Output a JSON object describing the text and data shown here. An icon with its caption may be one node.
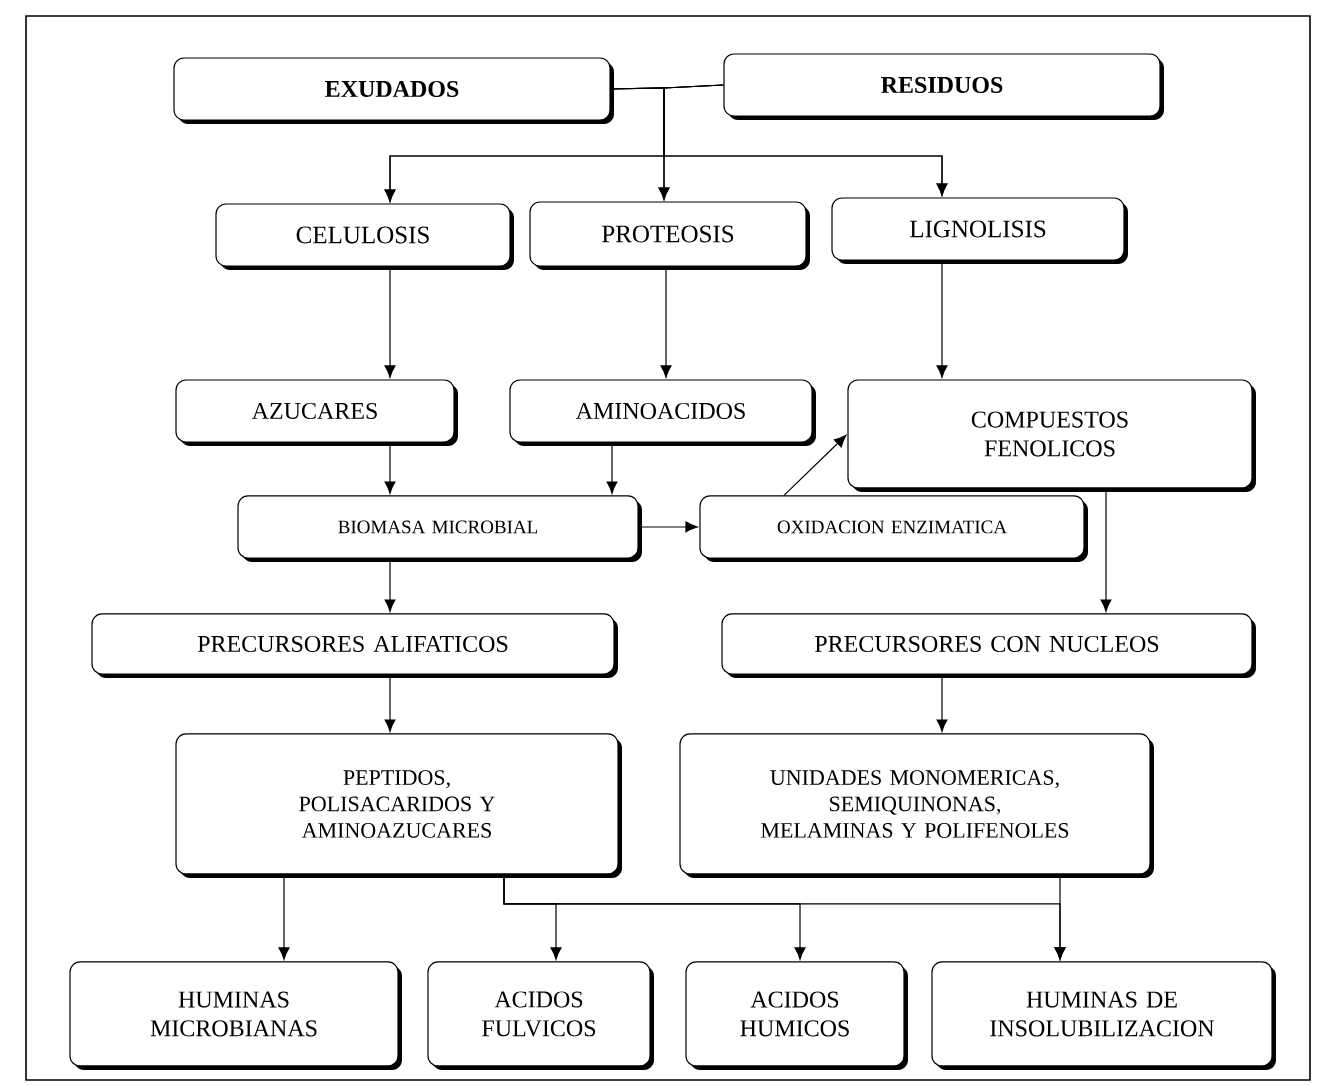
{
  "diagram": {
    "nodes": [
      {
        "text": [
          "EXUDADOS"
        ]
      },
      {
        "text": [
          "RESIDUOS"
        ]
      },
      {
        "text": [
          "CELULOSIS"
        ]
      },
      {
        "text": [
          "PROTEOSIS"
        ]
      },
      {
        "text": [
          "LIGNOLISIS"
        ]
      },
      {
        "text": [
          "AZUCARES"
        ]
      },
      {
        "text": [
          "AMINOACIDOS"
        ]
      },
      {
        "text": [
          "COMPUESTOS FENOLICOS"
        ]
      },
      {
        "text": [
          "BIOMASA MICROBIAL"
        ]
      },
      {
        "text": [
          "OXIDACION ENZIMATICA"
        ]
      },
      {
        "text": [
          "PRECURSORES ALIFATICOS"
        ]
      },
      {
        "text": [
          "PRECURSORES CON NUCLEOS"
        ]
      },
      {
        "text": [
          "PEPTIDOS, POLISACARIDOS Y AMINOAZUCARES"
        ]
      },
      {
        "text": [
          "UNIDADES MONOMERICAS, SEMIQUINONAS, MELAMINAS Y POLIFENOLES"
        ]
      },
      {
        "text": [
          "HUMINAS MICROBIANAS"
        ]
      },
      {
        "text": [
          "ACIDOS FULVICOS"
        ]
      },
      {
        "text": [
          "ACIDOS HUMICOS"
        ]
      },
      {
        "text": [
          "HUMINAS DE INSOLUBILIZACION"
        ]
      }
    ],
    "edges": [
      {
        "from": 0,
        "to": 2,
        "arrow": "to"
      },
      {
        "from": 0,
        "to": 3,
        "arrow": "to"
      },
      {
        "from": 0,
        "to": 4,
        "arrow": "to"
      },
      {
        "from": 1,
        "to": 2,
        "arrow": "to"
      },
      {
        "from": 1,
        "to": 3,
        "arrow": "to"
      },
      {
        "from": 1,
        "to": 4,
        "arrow": "to"
      },
      {
        "from": 2,
        "to": 5,
        "arrow": "to"
      },
      {
        "from": 3,
        "to": 6,
        "arrow": "to"
      },
      {
        "from": 4,
        "to": 7,
        "arrow": "to"
      },
      {
        "from": 5,
        "to": 8,
        "arrow": "to"
      },
      {
        "from": 6,
        "to": 8,
        "arrow": "to"
      },
      {
        "from": 8,
        "to": 9,
        "arrow": "to"
      },
      {
        "from": 9,
        "to": 7,
        "arrow": "to"
      },
      {
        "from": 8,
        "to": 10,
        "arrow": "to"
      },
      {
        "from": 7,
        "to": 11,
        "arrow": "to"
      },
      {
        "from": 10,
        "to": 12,
        "arrow": "to"
      },
      {
        "from": 11,
        "to": 13,
        "arrow": "to"
      },
      {
        "from": 12,
        "to": 14,
        "arrow": "to"
      },
      {
        "from": 12,
        "to": 15,
        "arrow": "to"
      },
      {
        "from": 12,
        "to": 16,
        "arrow": "to"
      },
      {
        "from": 12,
        "to": 17,
        "arrow": "to"
      },
      {
        "from": 13,
        "to": 17,
        "arrow": "to"
      }
    ]
  }
}
